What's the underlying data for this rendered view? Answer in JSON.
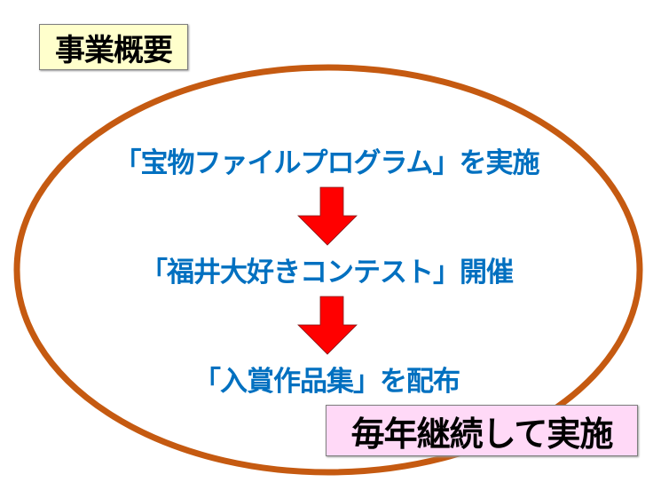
{
  "title": "事業概要",
  "steps": [
    "「宝物ファイルプログラム」を実施",
    "「福井大好きコンテスト」開催",
    "「入賞作品集」を配布"
  ],
  "note": "毎年継続して実施",
  "colors": {
    "ellipse": "#C55A11",
    "step_text": "#0070C0",
    "arrow": "#FF0000",
    "title_bg": "#FFFFCC",
    "note_bg": "#FFD9F7"
  }
}
